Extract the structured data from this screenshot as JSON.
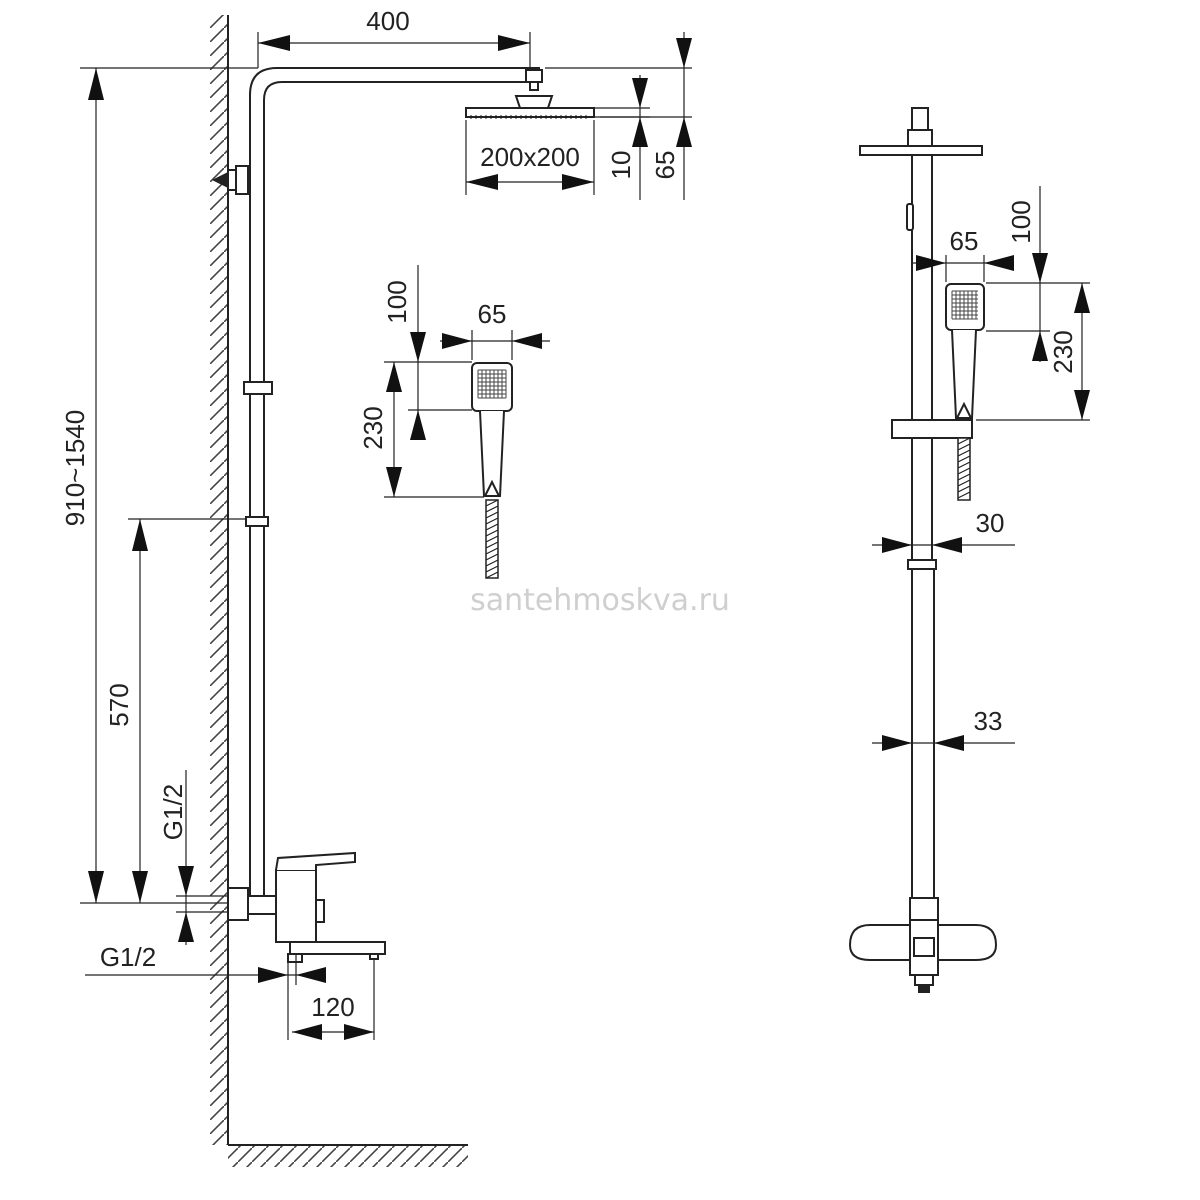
{
  "watermark": "santehmoskva.ru",
  "side_view": {
    "overhead_arm_length": "400",
    "head_size": "200x200",
    "head_thickness": "10",
    "head_drop": "65",
    "total_height": "910~1540",
    "lower_height": "570",
    "inlet_thread_top": "G1/2",
    "inlet_thread_bottom": "G1/2",
    "spout_length": "120"
  },
  "hand_shower_view": {
    "width": "65",
    "head_length": "100",
    "total_length": "230"
  },
  "front_view": {
    "hand_shower_width": "65",
    "hand_shower_head_length": "100",
    "hand_shower_total_length": "230",
    "upper_tube_diameter": "30",
    "lower_tube_diameter": "33"
  }
}
